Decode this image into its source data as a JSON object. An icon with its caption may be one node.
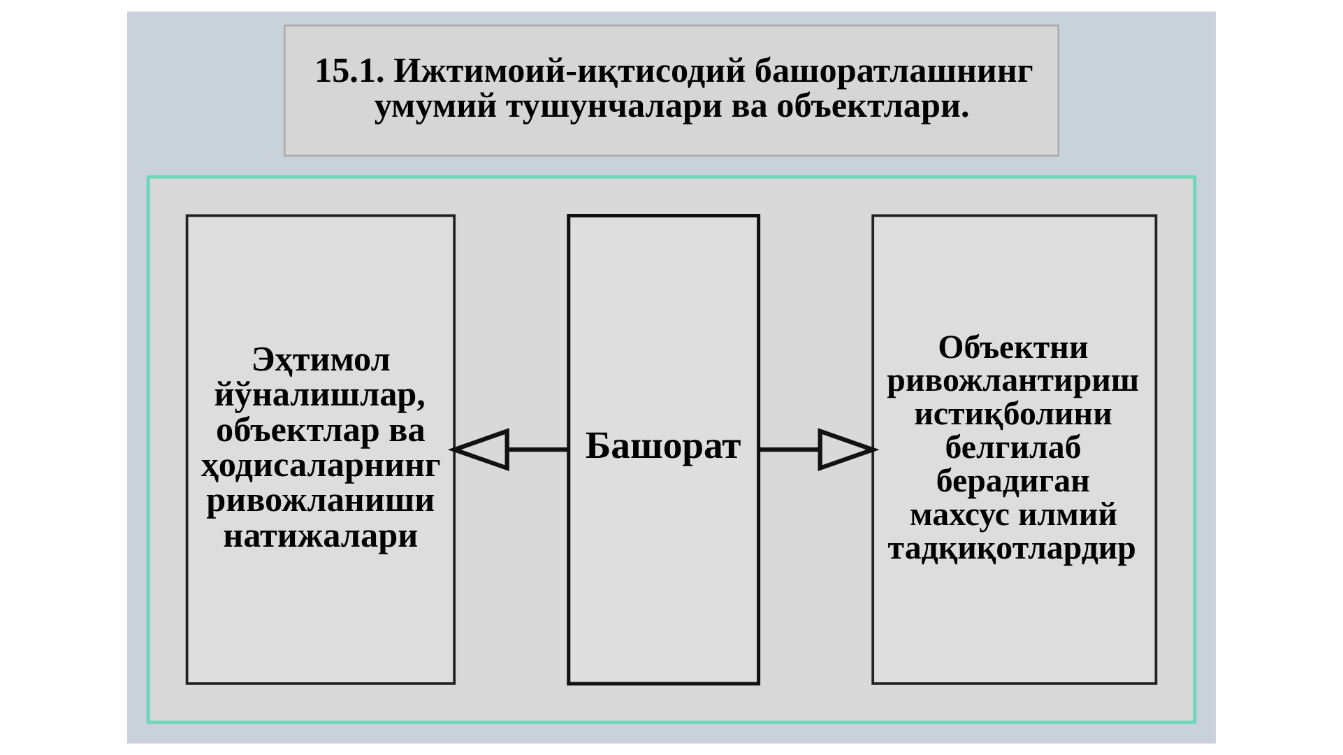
{
  "diagram": {
    "title": "15.1. Ижтимоий-иқтисодий башоратлашнинг умумий тушунчалари ва объектлари.",
    "nodes": [
      {
        "text": [],
        "shape": "box"
      },
      {
        "text": [
          "Эҳтимол йўналишлар, объектлар ва ҳодисаларнинг ривожланиши натижалари"
        ],
        "in": 0
      },
      {
        "text": [
          "Башорат"
        ],
        "in": 0
      },
      {
        "text": [
          "Объектни ривожлантириш истиқболини белгилаб берадиган махсус илмий тадқиқотлардир"
        ],
        "in": 0
      }
    ],
    "edges": [
      {
        "from": 2,
        "to": 1,
        "arrow": "to"
      },
      {
        "from": 2,
        "to": 3,
        "arrow": "to"
      }
    ]
  }
}
